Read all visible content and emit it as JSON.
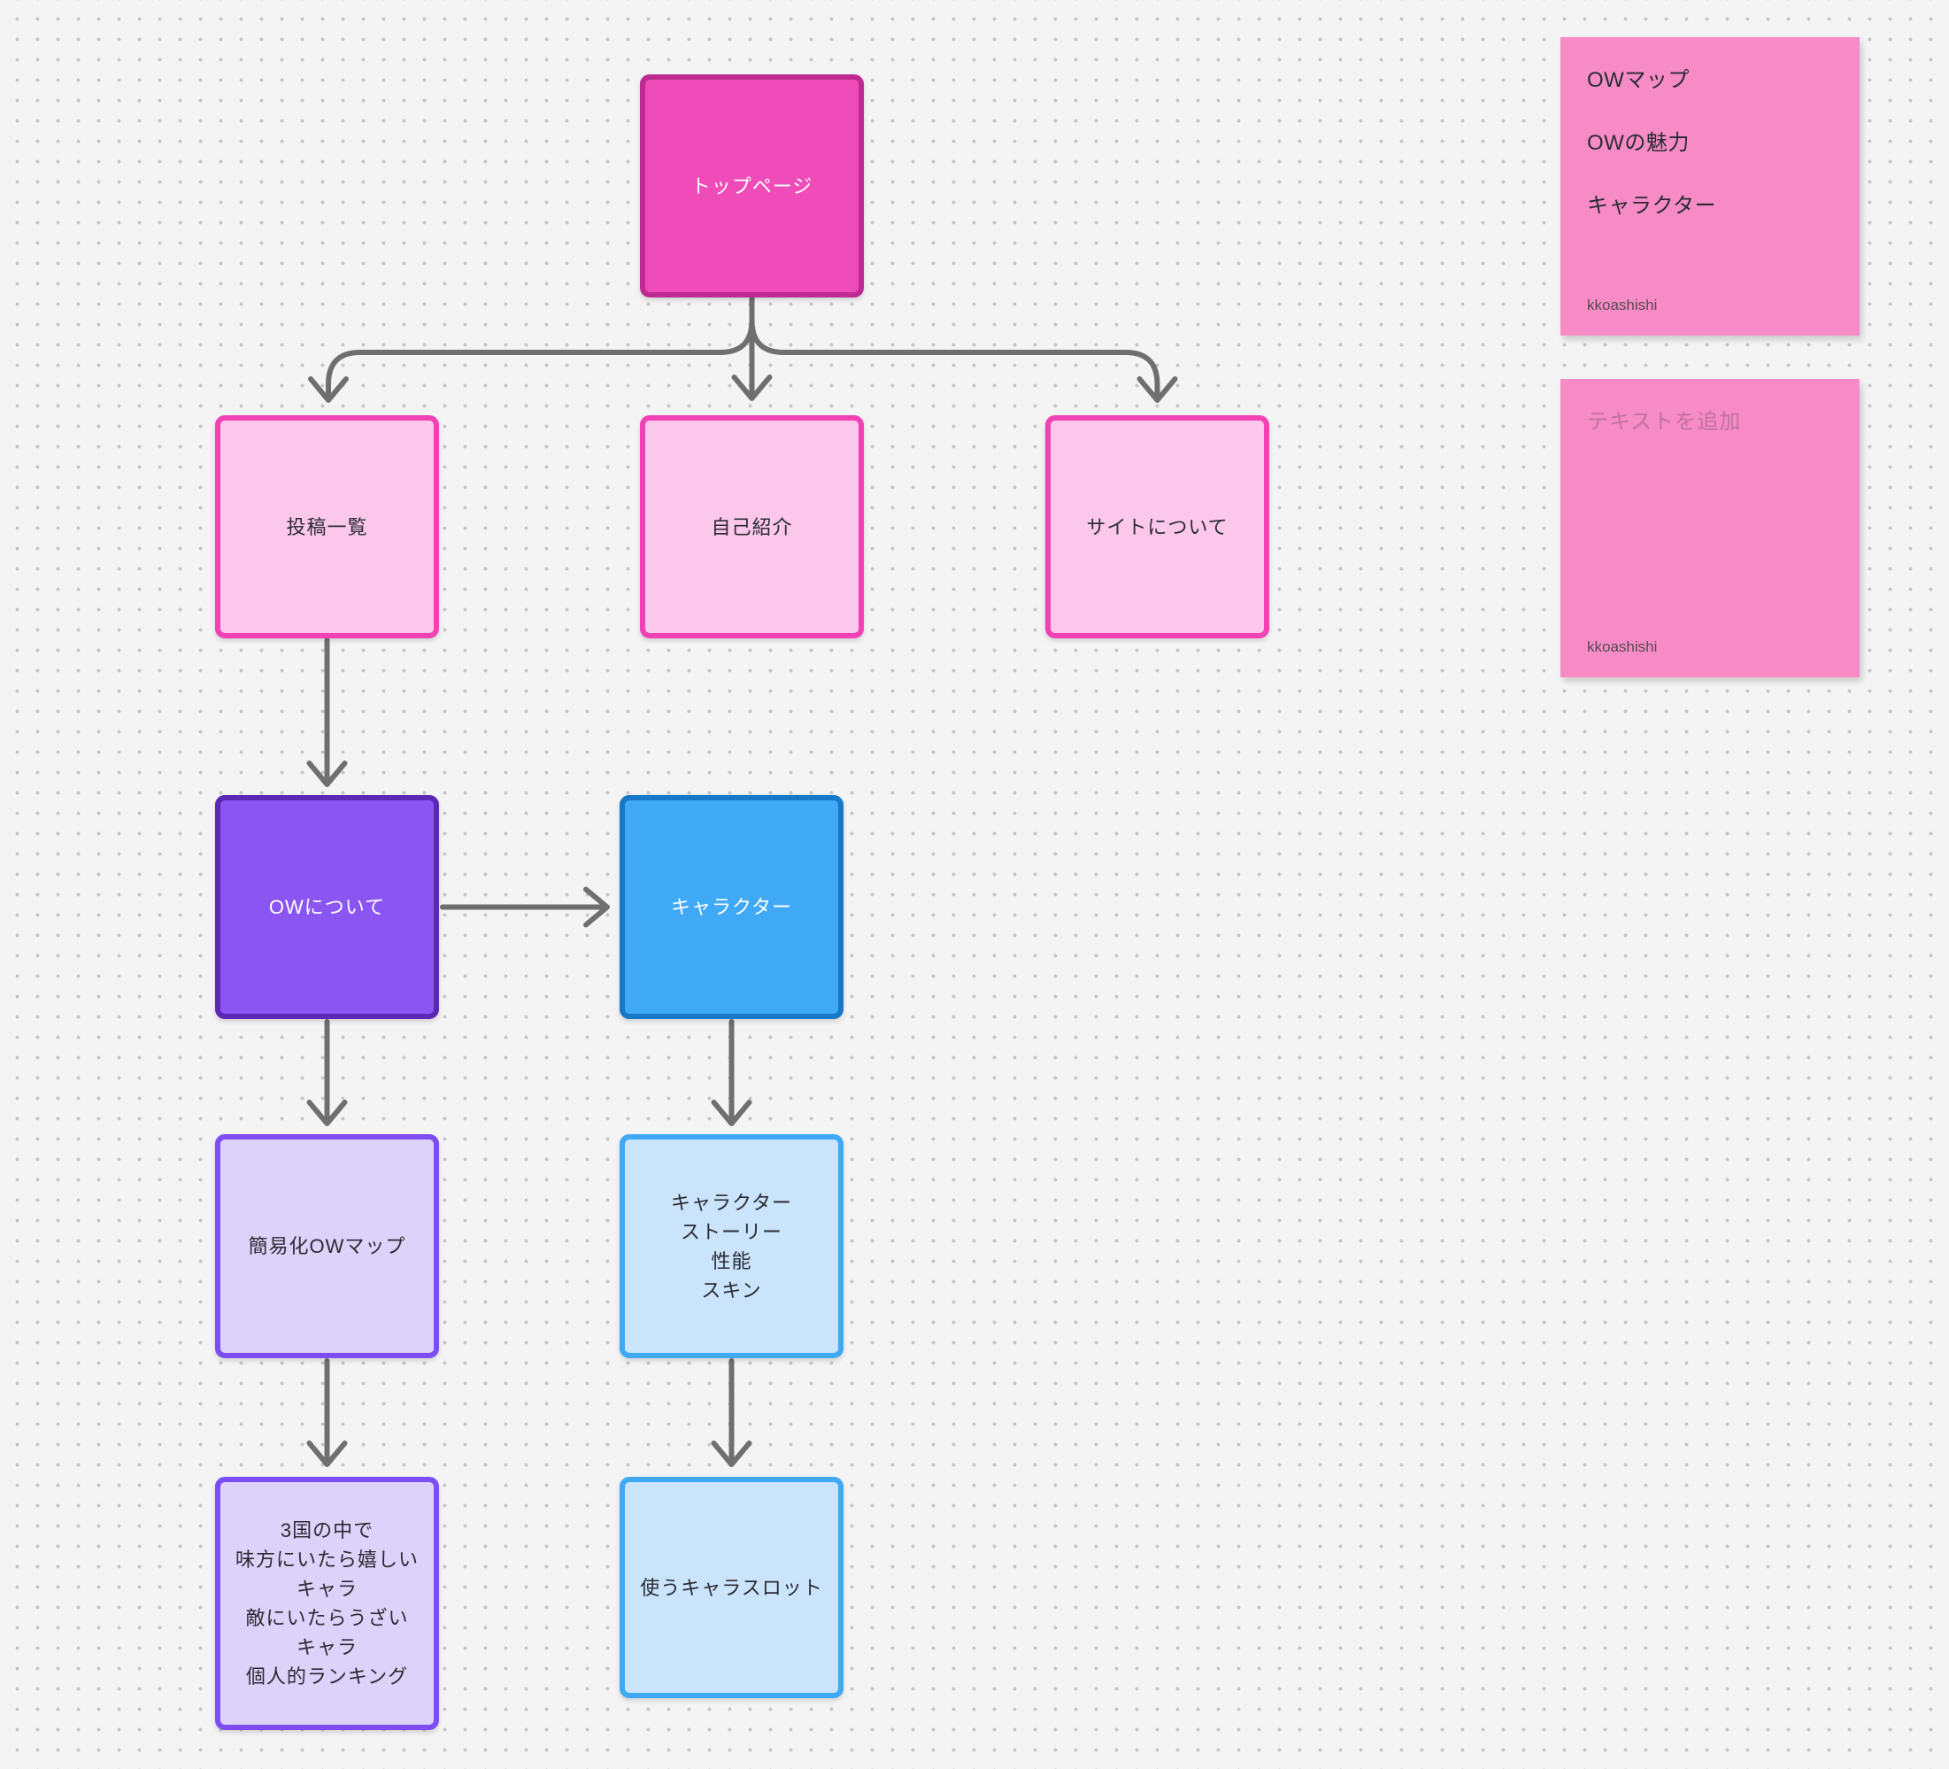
{
  "colors": {
    "bg": "#f5f4f5",
    "dot": "#c6c5c6",
    "ink": "#2b2a33",
    "arrow": "#6f6f6f",
    "magenta_fill": "#ef4cb9",
    "magenta_border": "#bd2b92",
    "pink_light": "#fbc8ec",
    "pink_strong": "#f042b5",
    "purple_fill": "#8a55f0",
    "purple_dark": "#5b28b5",
    "purple_light": "#ddd2f9",
    "purple_mid": "#7c4df0",
    "blue_fill": "#3fa9f5",
    "blue_dark": "#1878c8",
    "blue_light": "#c9e4fb",
    "blue_mid": "#3fa9f5",
    "sticky_fill": "#f78bc6",
    "sticky_placeholder": "#c0729f",
    "sticky_author": "#564a52"
  },
  "boxes": {
    "top_page": {
      "label": "トップページ"
    },
    "post_list": {
      "label": "投稿一覧"
    },
    "self_intro": {
      "label": "自己紹介"
    },
    "about_site": {
      "label": "サイトについて"
    },
    "ow_about": {
      "label": "OWについて"
    },
    "character": {
      "label": "キャラクター"
    },
    "ow_map": {
      "label": "簡易化OWマップ"
    },
    "char_detail": {
      "lines": [
        "キャラクター",
        "ストーリー",
        "性能",
        "スキン"
      ]
    },
    "ranking": {
      "lines": [
        "3国の中で",
        "味方にいたら嬉しい",
        "キャラ",
        "敵にいたらうざい",
        "キャラ",
        "個人的ランキング"
      ]
    },
    "char_slot": {
      "label": "使うキャラスロット"
    }
  },
  "stickies": {
    "ideas": {
      "lines": [
        "OWマップ",
        "OWの魅力",
        "キャラクター"
      ],
      "author": "kkoashishi"
    },
    "empty": {
      "placeholder": "テキストを追加",
      "author": "kkoashishi"
    }
  }
}
